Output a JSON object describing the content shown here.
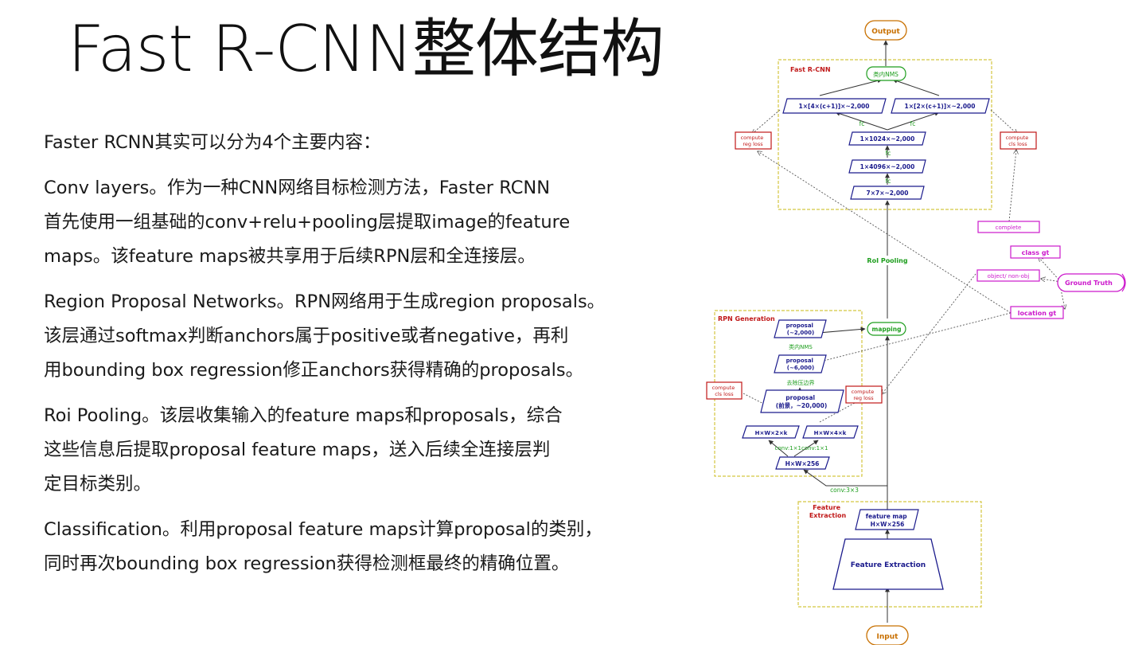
{
  "slide": {
    "title": "Fast R-CNN整体结构"
  },
  "paragraphs": [
    {
      "lines": [
        "Faster RCNN其实可以分为4个主要内容："
      ]
    },
    {
      "lines": [
        "Conv layers。作为一种CNN网络目标检测方法，Faster RCNN",
        "首先使用一组基础的conv+relu+pooling层提取image的feature",
        "maps。该feature maps被共享用于后续RPN层和全连接层。"
      ]
    },
    {
      "lines": [
        "Region Proposal Networks。RPN网络用于生成region proposals。",
        "该层通过softmax判断anchors属于positive或者negative，再利",
        "用bounding box regression修正anchors获得精确的proposals。"
      ]
    },
    {
      "lines": [
        "Roi Pooling。该层收集输入的feature maps和proposals，综合",
        "这些信息后提取proposal feature maps，送入后续全连接层判",
        "定目标类别。"
      ]
    },
    {
      "lines": [
        "Classification。利用proposal feature maps计算proposal的类别，",
        "同时再次bounding box regression获得检测框最终的精确位置。"
      ]
    }
  ],
  "diagram": {
    "colors": {
      "box_blue": "#1a1a8c",
      "green": "#1e9e1e",
      "red": "#c01818",
      "magenta": "#cc18cc",
      "orange": "#c87000",
      "region_border": "#d4c640"
    },
    "output": "Output",
    "input": "Input",
    "fast_rcnn": {
      "label": "Fast R-CNN",
      "nms": "类内NMS",
      "reg_out": "1×[4×(c+1)]×~2,000",
      "cls_out": "1×[2×(c+1)]×~2,000",
      "fc1": "1×1024×~2,000",
      "fc2": "1×4096×~2,000",
      "roi": "7×7×~2,000",
      "fc": "fc",
      "compute_reg_loss": [
        "compute",
        "reg loss"
      ],
      "compute_cls_loss": [
        "compute",
        "cls loss"
      ]
    },
    "roi_pooling": "RoI Pooling",
    "mapping": "mapping",
    "gt": {
      "complete": "complete",
      "class_gt": "class gt",
      "objectness": "object/ non-obj",
      "ground_truth": "Ground Truth",
      "location_gt": "location gt"
    },
    "rpn": {
      "label": "RPN Generation",
      "proposal_2000": [
        "proposal",
        "(~2,000)"
      ],
      "nms": "类内NMS",
      "proposal_6000": [
        "proposal",
        "(~6,000)"
      ],
      "remove_border": "去除压边界",
      "proposal_20000": [
        "proposal",
        "(前景，~20,000)"
      ],
      "compute_cls_loss": [
        "compute",
        "cls loss"
      ],
      "compute_reg_loss": [
        "compute",
        "reg loss"
      ],
      "cls_map": "H×W×2×k",
      "reg_map": "H×W×4×k",
      "conv1x1": "conv:1×1conv:1×1",
      "feat": "H×W×256"
    },
    "conv3x3": "conv:3×3",
    "feature_extraction": {
      "label": [
        "Feature",
        "Extraction"
      ],
      "feature_map": [
        "feature map",
        "H×W×256"
      ],
      "backbone": "Feature Extraction"
    }
  }
}
